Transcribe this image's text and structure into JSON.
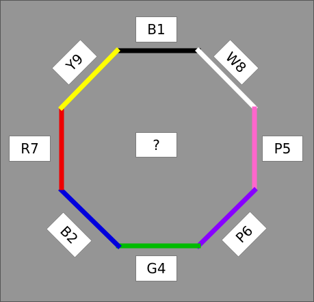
{
  "center_text": "?",
  "edges": [
    {
      "id": "top",
      "label": "B1",
      "color": "#000000"
    },
    {
      "id": "top-right",
      "label": "W8",
      "color": "#ffffff"
    },
    {
      "id": "right",
      "label": "P5",
      "color": "#ff66cc"
    },
    {
      "id": "bottom-right",
      "label": "P6",
      "color": "#8800ff"
    },
    {
      "id": "bottom",
      "label": "G4",
      "color": "#00bb00"
    },
    {
      "id": "bottom-left",
      "label": "B2",
      "color": "#0000dd"
    },
    {
      "id": "left",
      "label": "R7",
      "color": "#ee0000"
    },
    {
      "id": "top-left",
      "label": "Y9",
      "color": "#ffff00"
    }
  ]
}
